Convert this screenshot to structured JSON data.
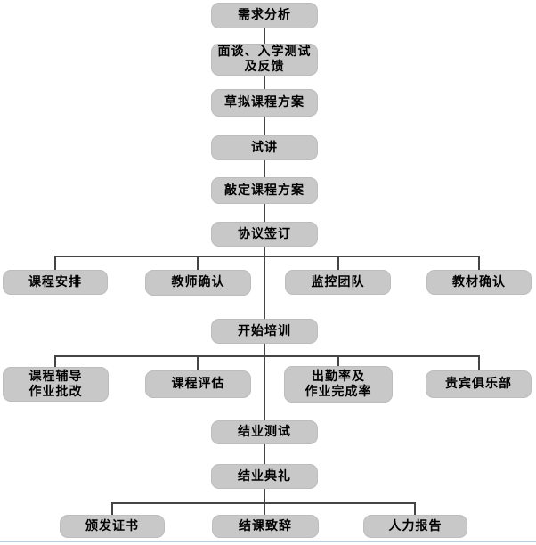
{
  "flowchart": {
    "description": "Training process flowchart (vertical sequence with three branch levels)",
    "nodes": {
      "requirements_analysis": "需求分析",
      "interview_test_feedback": "面谈、入学测试\n及反馈",
      "draft_course_plan": "草拟课程方案",
      "trial_lecture": "试讲",
      "finalize_course_plan": "敲定课程方案",
      "agreement_signing": "协议签订",
      "course_scheduling": "课程安排",
      "teacher_confirmation": "教师确认",
      "monitoring_team": "监控团队",
      "textbook_confirmation": "教材确认",
      "start_training": "开始培训",
      "tutoring_homework": "课程辅导\n作业批改",
      "course_evaluation": "课程评估",
      "attendance_completion_rate": "出勤率及\n作业完成率",
      "vip_club": "贵宾俱乐部",
      "completion_test": "结业测试",
      "graduation_ceremony": "结业典礼",
      "certificate_award": "颁发证书",
      "closing_speech": "结课致辞",
      "hr_report": "人力报告"
    },
    "colors": {
      "node_fill": "#c8c8c8",
      "node_border": "#bdbdbd",
      "connector": "#454545",
      "bottom_rule": "#b9cde4",
      "text": "#000000",
      "background": "#ffffff"
    }
  }
}
